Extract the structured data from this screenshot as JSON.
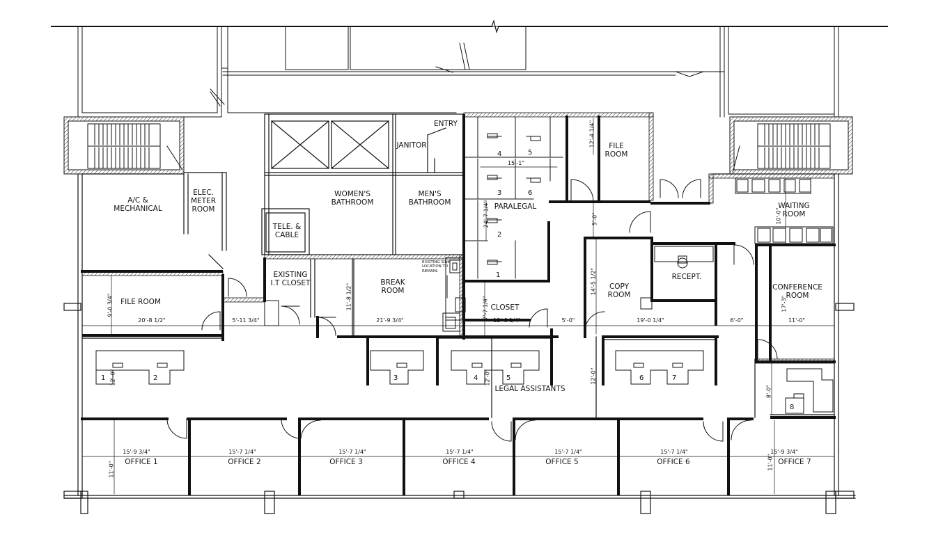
{
  "rooms": {
    "entry": "ENTRY",
    "janitor": "JANITOR",
    "womens_bathroom": "WOMEN'S\nBATHROOM",
    "mens_bathroom": "MEN'S\nBATHROOM",
    "tele_cable": "TELE. &\nCABLE",
    "ac_mechanical": "A/C &\nMECHANICAL",
    "elec_meter_room": "ELEC.\nMETER\nROOM",
    "file_room_left": "FILE ROOM",
    "existing_it_closet": "EXISTING\nI.T CLOSET",
    "break_room": "BREAK\nROOM",
    "existing_sink": "EXISTING SINK\nLOCATION TO\nREMAIN.",
    "paralegal": "PARALEGAL",
    "closet": "CLOSET",
    "file_room_right": "FILE\nROOM",
    "copy_room": "COPY\nROOM",
    "recept": "RECEPT.",
    "waiting_room": "WAITING\nROOM",
    "conference_room": "CONFERENCE\nROOM",
    "legal_assistants": "LEGAL ASSISTANTS",
    "office_1": "OFFICE 1",
    "office_2": "OFFICE 2",
    "office_3": "OFFICE 3",
    "office_4": "OFFICE 4",
    "office_5": "OFFICE 5",
    "office_6": "OFFICE 6",
    "office_7": "OFFICE 7"
  },
  "dimensions": {
    "paralegal_width": "15'-1\"",
    "file_room_right_height": "12'-4 1/4\"",
    "paralegal_height": "24'-7 1/4\"",
    "corridor_height": "5'-0\"",
    "waiting_height": "10'-0\"",
    "file_room_left_height": "9'-0 3/4\"",
    "file_room_left_width": "20'-8 1/2\"",
    "corridor_left_width": "5'-11 3/4\"",
    "break_room_height": "11'-8 1/2\"",
    "break_room_width": "21'-9 3/4\"",
    "closet_height": "7'-7 1/4\"",
    "closet_width": "12'-6 1/4\"",
    "corridor_mid_width": "5'-0\"",
    "copy_room_height": "14'-5 1/2\"",
    "copy_recept_width": "19'-0 1/4\"",
    "conference_height": "17'-3\"",
    "corridor_right_width": "6'-0\"",
    "conference_width": "11'-0\"",
    "workstation_depth_left": "12'-0\"",
    "workstation_depth_mid": "12'-0\"",
    "workstation_depth_center": "12'-0\"",
    "cubicle_8_depth": "8'-0\"",
    "office_1_width": "15'-9 3/4\"",
    "office_2_width": "15'-7 1/4\"",
    "office_3_width": "15'-7 1/4\"",
    "office_4_width": "15'-7 1/4\"",
    "office_5_width": "15'-7 1/4\"",
    "office_6_width": "15'-7 1/4\"",
    "office_7_width": "15'-9 3/4\"",
    "office_depth_left": "11'-0\"",
    "office_depth_right": "11'-0\""
  },
  "workstations": [
    "1",
    "2",
    "3",
    "4",
    "5",
    "6",
    "7",
    "8"
  ],
  "paralegal_desks": [
    "4",
    "5",
    "3",
    "6",
    "2",
    "1"
  ]
}
